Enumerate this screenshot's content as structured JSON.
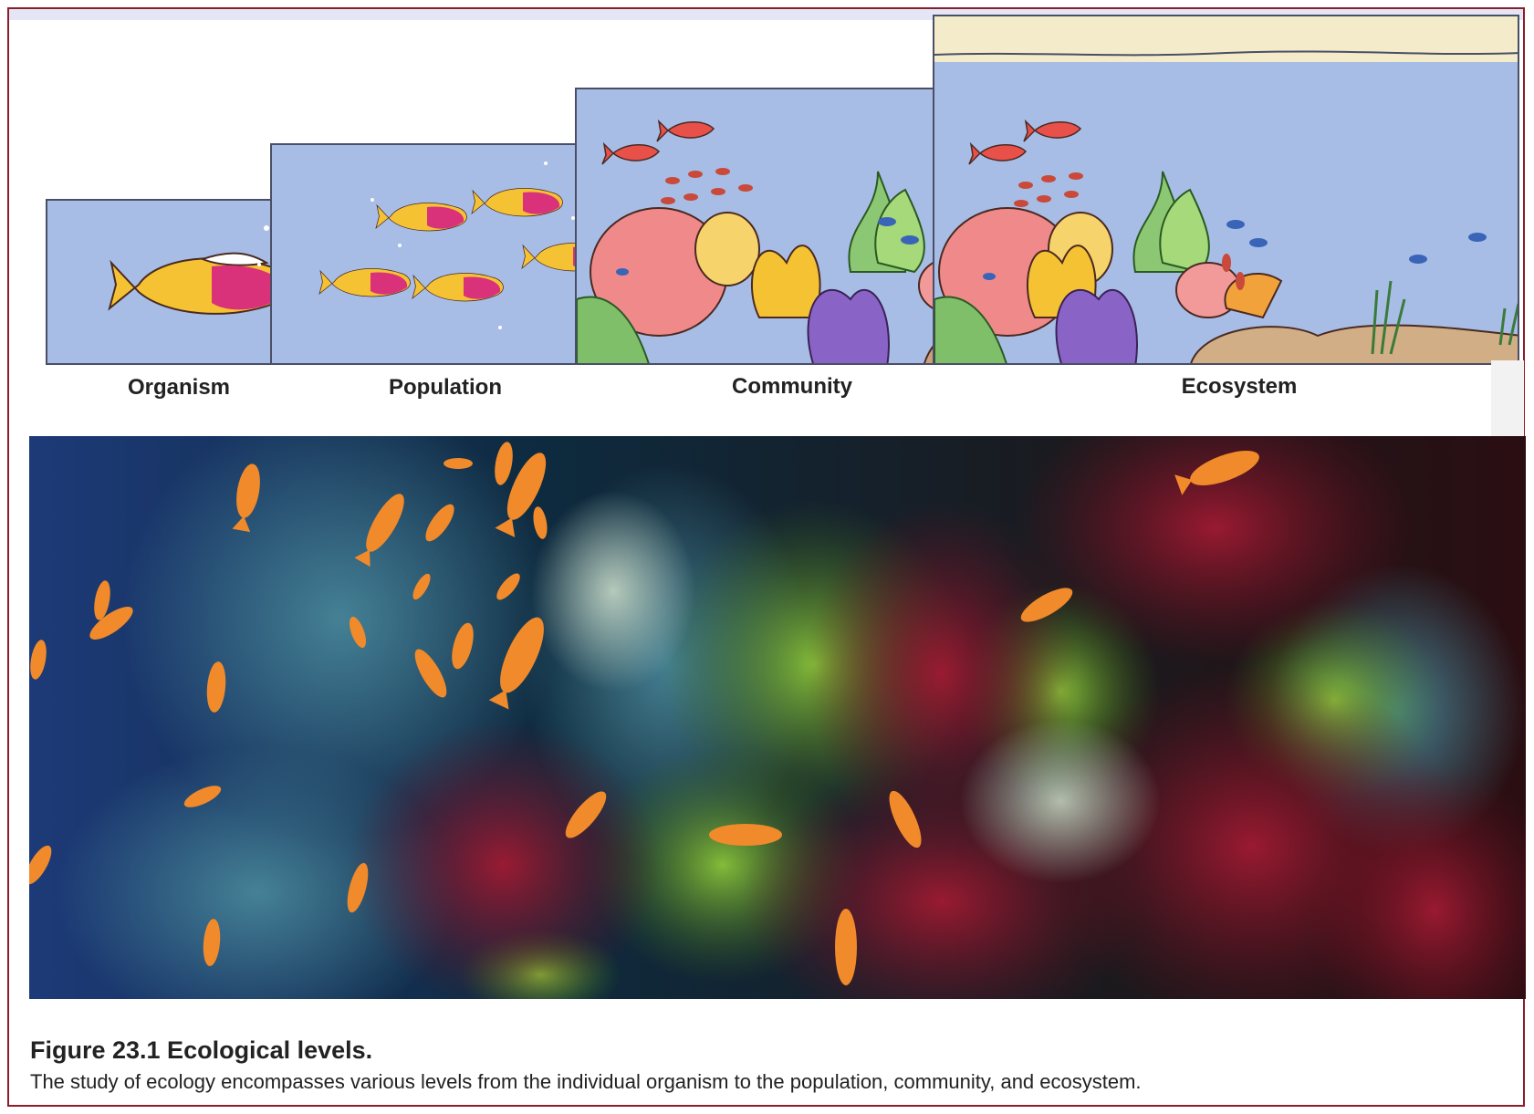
{
  "figure": {
    "levels": [
      {
        "key": "organism",
        "label": "Organism"
      },
      {
        "key": "population",
        "label": "Population"
      },
      {
        "key": "community",
        "label": "Community"
      },
      {
        "key": "ecosystem",
        "label": "Ecosystem"
      }
    ],
    "caption": {
      "title": "Figure 23.1  Ecological levels.",
      "text": "The study of ecology encompasses various levels from the individual organism to the population, community, and ecosystem."
    }
  },
  "colors": {
    "water": "#a7bde6",
    "sand": "#f3ebc9",
    "frame_border": "#8a1f2a",
    "fish_orange": "#f08a2a",
    "coral_red": "#7a1426",
    "coral_green": "#7fb03a",
    "deep_sea": "#0e2a3e"
  }
}
